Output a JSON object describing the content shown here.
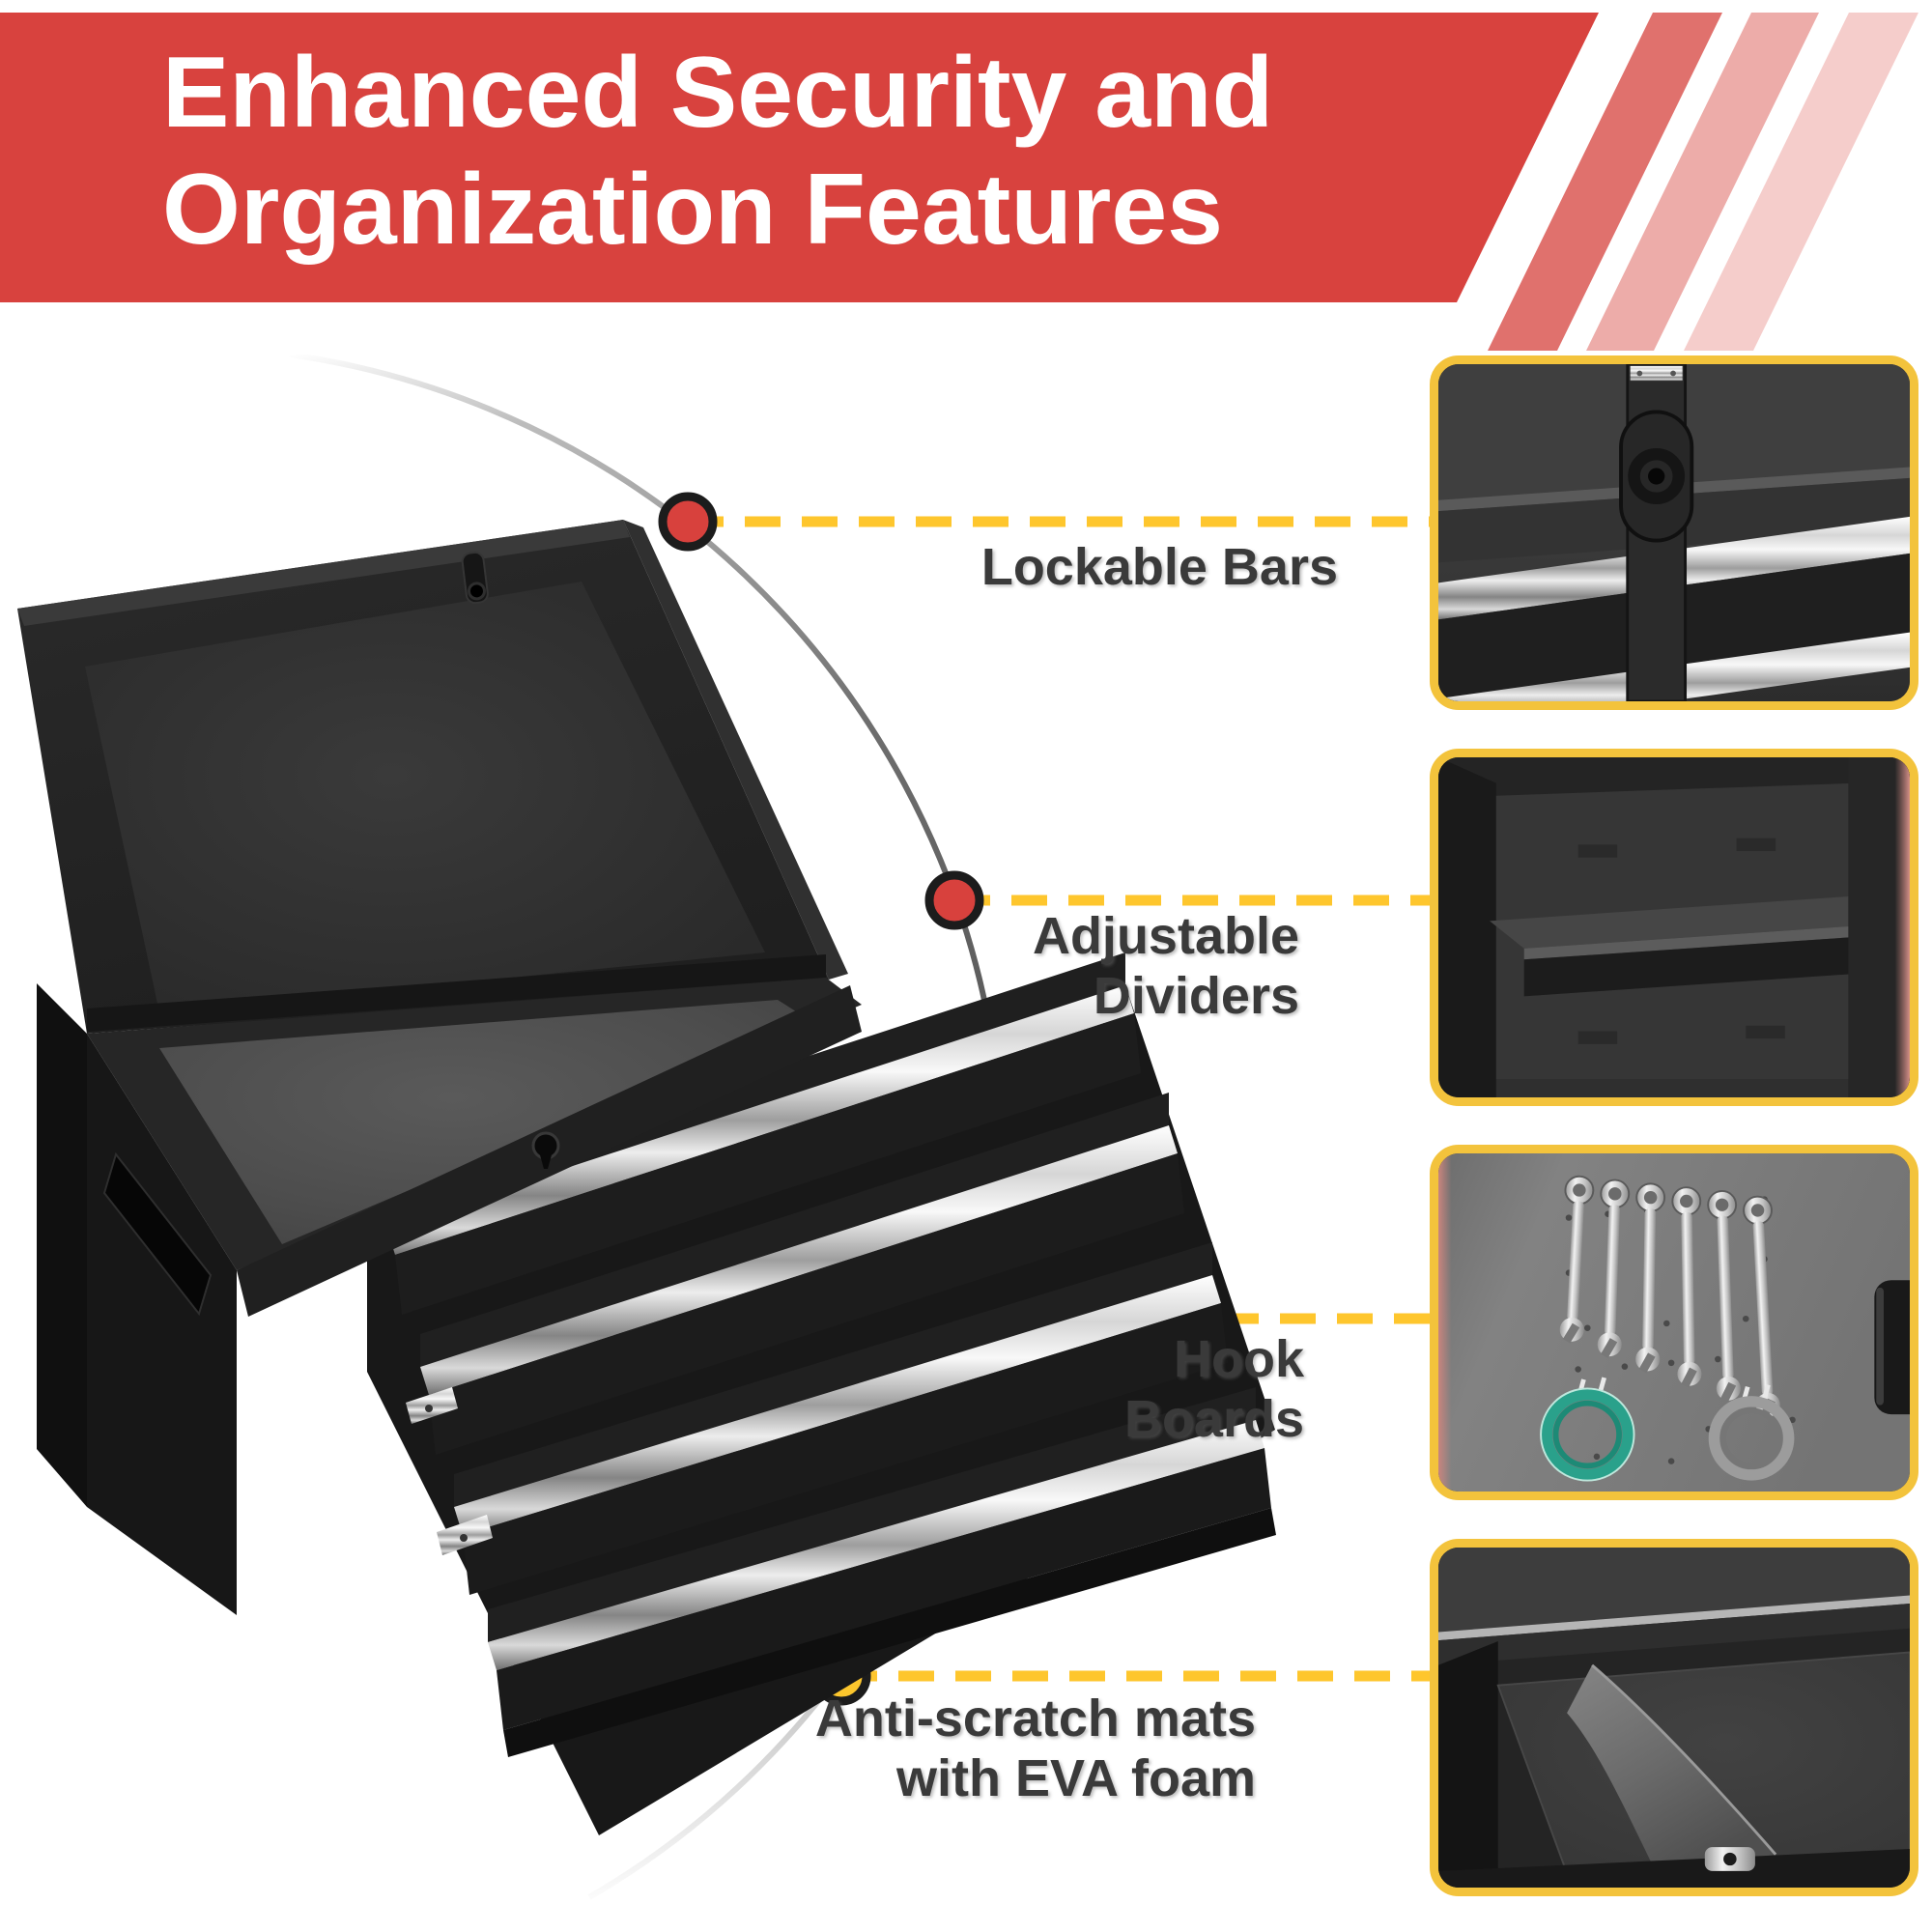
{
  "header": {
    "title_line1": "Enhanced Security and",
    "title_line2": "Organization Features"
  },
  "features": [
    {
      "id": "lockable-bars",
      "label_line1": "Lockable Bars",
      "label_line2": "",
      "dot_color": "#d8413d"
    },
    {
      "id": "adjustable-dividers",
      "label_line1": "Adjustable",
      "label_line2": "Dividers",
      "dot_color": "#d8413d"
    },
    {
      "id": "hook-boards",
      "label_line1": "Hook",
      "label_line2": "Boards",
      "dot_color": "#fcc62d"
    },
    {
      "id": "anti-scratch-mats",
      "label_line1": "Anti-scratch mats",
      "label_line2": "with EVA foam",
      "dot_color": "#fcc62d"
    }
  ],
  "colors": {
    "banner_red": "#d8423e",
    "stripe_1": "#e0716d",
    "stripe_2": "#edaca9",
    "stripe_3": "#f5cdcb",
    "callout_yellow": "#fec62d",
    "thumb_border_yellow": "#f3c33c",
    "label_gray": "#3a3a3a",
    "chest_black": "#222222"
  }
}
